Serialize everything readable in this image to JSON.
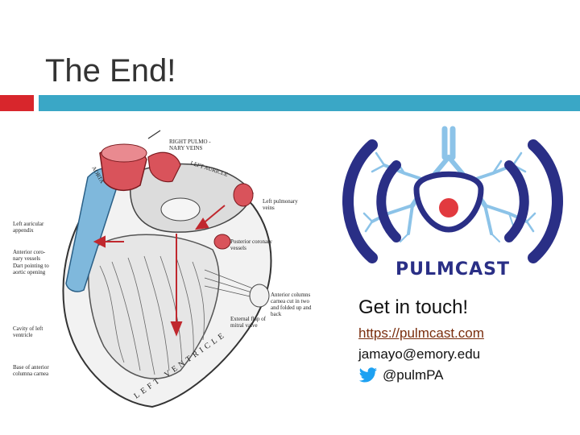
{
  "slide": {
    "title": "The End!"
  },
  "logo": {
    "wordmark": "PULMCAST"
  },
  "contact": {
    "heading": "Get in touch!",
    "website": "https://pulmcast.com",
    "email": "jamayo@emory.edu",
    "twitter": "@pulmPA"
  },
  "heart_diagram": {
    "labels": {
      "right_pulmonary_veins_1": "RIGHT PULMO -",
      "right_pulmonary_veins_2": "NARY VEINS",
      "left_auricle_top": "LEFT AURICLE",
      "aorta": "AORTA",
      "left_pulmonary_veins_1": "Left pulmonary",
      "left_pulmonary_veins_2": "veins",
      "left_auricular_1": "Left auricular",
      "left_auricular_2": "appendix",
      "anterior_coronary_1": "Anterior coro-",
      "anterior_coronary_2": "nary vessels",
      "dart_pointing_1": "Dart pointing to",
      "dart_pointing_2": "aortic opening",
      "posterior_coronary_1": "Posterior coronary",
      "posterior_coronary_2": "vessels",
      "anterior_columns_1": "Anterior columns",
      "anterior_columns_2": "carnea cut in two",
      "anterior_columns_3": "and folded up and",
      "anterior_columns_4": "back",
      "external_flap_1": "External flap of",
      "external_flap_2": "mitral valve",
      "cavity_1": "Cavity of left",
      "cavity_2": "ventricle",
      "base_columns_1": "Base of anterior",
      "base_columns_2": "columna carnea",
      "left_ventricle": "LEFT VENTRICLE"
    }
  },
  "colors": {
    "accent_red": "#d8262c",
    "accent_teal": "#3aa7c6",
    "logo_navy": "#2a2f86",
    "logo_blue": "#8cc3e8",
    "logo_red": "#e23a3f",
    "link": "#7a2e0e",
    "twitter_blue": "#1da1f2"
  }
}
